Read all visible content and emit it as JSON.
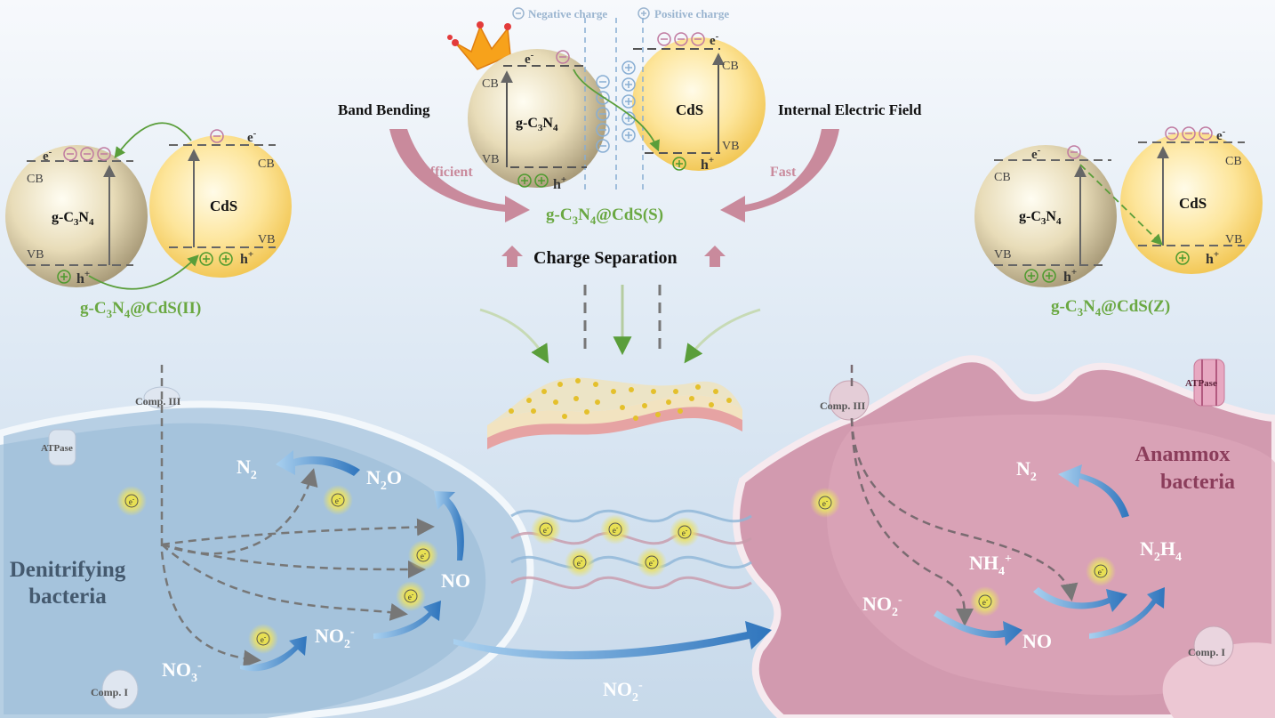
{
  "legend": {
    "negative": "Negative charge",
    "positive": "Positive charge"
  },
  "mechanisms": {
    "type2": {
      "label_main": "g-C",
      "sub1": "3",
      "mid": "N",
      "sub2": "4",
      "label_tail": "@CdS(II)"
    },
    "sscheme": {
      "label_main": "g-C",
      "sub1": "3",
      "mid": "N",
      "sub2": "4",
      "label_tail": "@CdS(S)"
    },
    "zscheme": {
      "label_main": "g-C",
      "sub1": "3",
      "mid": "N",
      "sub2": "4",
      "label_tail": "@CdS(Z)"
    }
  },
  "sphere": {
    "gcn_main": "g-C",
    "gcn_sub1": "3",
    "gcn_mid": "N",
    "gcn_sub2": "4",
    "cds": "CdS",
    "cb": "CB",
    "vb": "VB",
    "e": "e",
    "minus": "-",
    "h": "h",
    "plus": "+"
  },
  "annotations": {
    "band_bending": "Band Bending",
    "internal_field": "Internal Electric Field",
    "efficient": "Efficient",
    "fast": "Fast",
    "charge_separation": "Charge Separation"
  },
  "bacteria": {
    "denitrifying_line1": "Denitrifying",
    "denitrifying_line2": "bacteria",
    "anammox_line1": "Anammox",
    "anammox_line2": "bacteria",
    "comp3": "Comp. III",
    "comp1": "Comp. I",
    "atpase": "ATPase",
    "electron": "e",
    "electron_sup": "-"
  },
  "species": {
    "n2": "N",
    "n2_sub": "2",
    "n2o": "N",
    "n2o_sub": "2",
    "n2o_tail": "O",
    "no": "NO",
    "no2": "NO",
    "no2_sub": "2",
    "no2_sup": "-",
    "no3": "NO",
    "no3_sub": "3",
    "no3_sup": "-",
    "nh4": "NH",
    "nh4_sub": "4",
    "nh4_sup": "+",
    "n2h4": "N",
    "n2h4_sub1": "2",
    "n2h4_mid": "H",
    "n2h4_sub2": "4"
  },
  "colors": {
    "green_label": "#6aa842",
    "pink_arrow": "#c98a9c",
    "blue_arrow": "#3a7fc0",
    "denitrifying_cell": "#9fbfd9",
    "anammox_cell": "#c98ba1"
  }
}
